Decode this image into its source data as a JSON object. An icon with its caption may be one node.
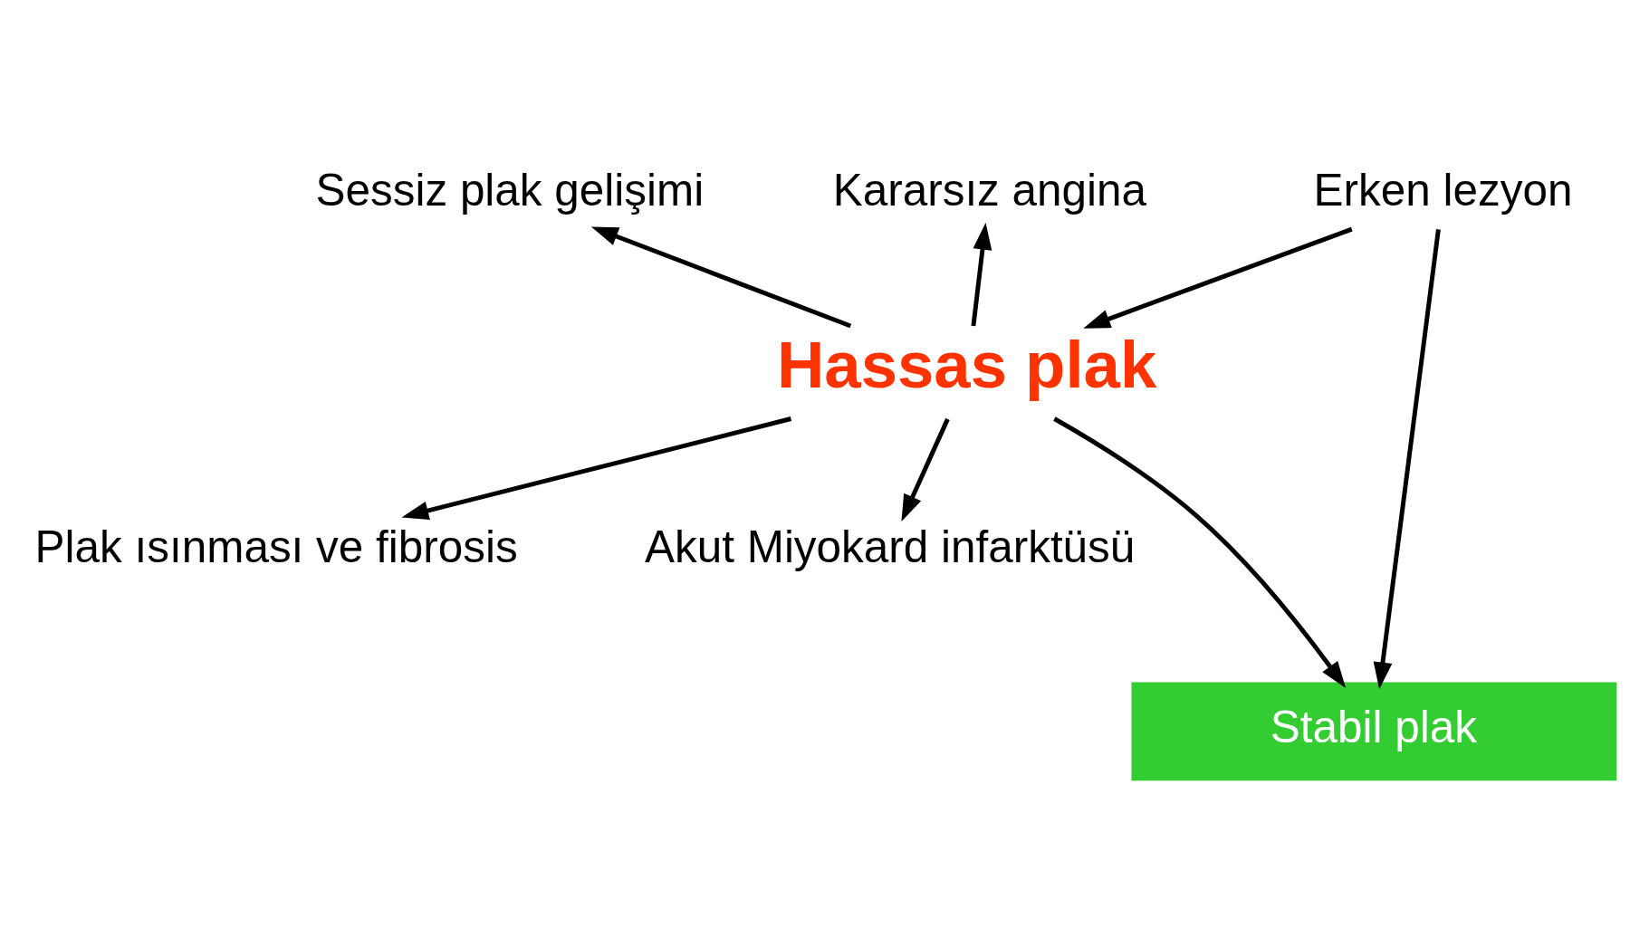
{
  "diagram": {
    "nodes": [
      {
        "text": [
          "Erken lezyon"
        ]
      },
      {
        "text": [
          "Sessiz plak gelişimi"
        ]
      },
      {
        "text": [
          "Hassas plak"
        ]
      },
      {
        "text": [
          "Kararsız angina"
        ]
      },
      {
        "text": [
          "Plak ısınması ve fibrosis"
        ]
      },
      {
        "text": [
          "Akut Miyokard infarktüsü"
        ]
      },
      {
        "text": [
          "Stabil plak"
        ]
      }
    ],
    "edges": [
      {
        "from": 0,
        "to": 2,
        "arrow": "to"
      },
      {
        "from": 2,
        "to": 1,
        "arrow": "to"
      },
      {
        "from": 2,
        "to": 3,
        "arrow": "to"
      },
      {
        "from": 2,
        "to": 4,
        "arrow": "to"
      },
      {
        "from": 2,
        "to": 6,
        "arrow": "to"
      },
      {
        "from": 2,
        "to": 5,
        "arrow": "to"
      },
      {
        "from": 0,
        "to": 6,
        "arrow": "to"
      }
    ]
  }
}
